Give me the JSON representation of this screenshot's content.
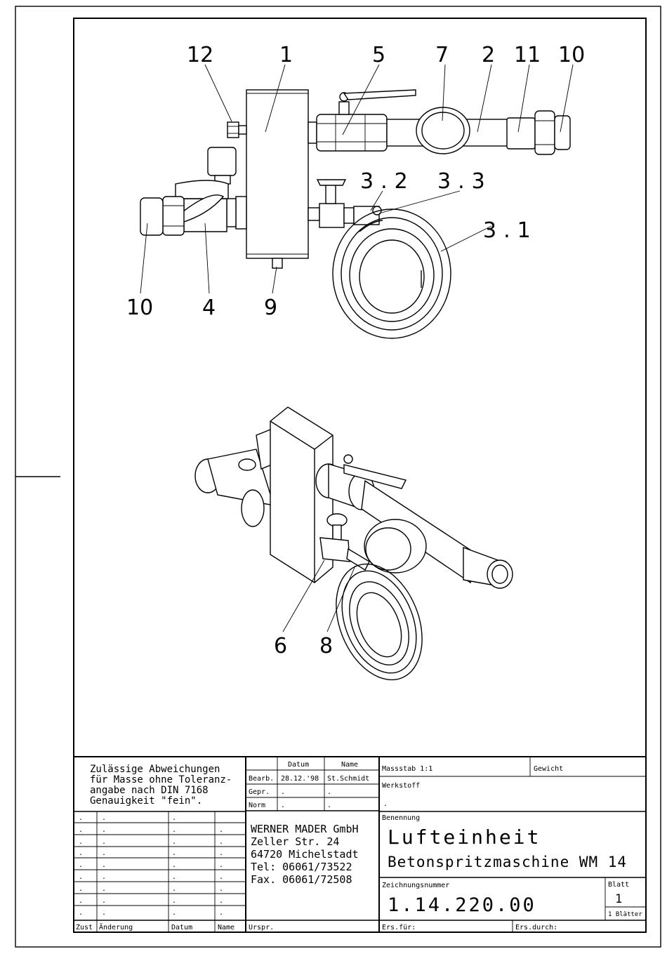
{
  "callouts": {
    "c12": "12",
    "c1": "1",
    "c5": "5",
    "c7": "7",
    "c2": "2",
    "c11": "11",
    "c10a": "10",
    "c3_2": "3.2",
    "c3_3": "3.3",
    "c3_1": "3.1",
    "c10b": "10",
    "c4": "4",
    "c9": "9",
    "c6": "6",
    "c8": "8"
  },
  "tolerance_note": {
    "line1": "Zulässige Abweichungen",
    "line2": "für Masse ohne Toleranz-",
    "line3": "angabe nach DIN 7168",
    "line4": "Genauigkeit \"fein\"."
  },
  "approval": {
    "col_datum": "Datum",
    "col_name": "Name",
    "row_bearb": "Bearb.",
    "bearb_datum": "28.12.'98",
    "bearb_name": "St.Schmidt",
    "row_gepr": "Gepr.",
    "gepr_datum": ".",
    "gepr_name": ".",
    "row_norm": "Norm",
    "norm_datum": ".",
    "norm_name": "."
  },
  "company": {
    "line1": "WERNER MADER GmbH",
    "line2": "Zeller Str. 24",
    "line3": "64720 Michelstadt",
    "line4": "Tel: 06061/73522",
    "line5": "Fax. 06061/72508"
  },
  "title_block": {
    "massstab": "Massstab 1:1",
    "gewicht": "Gewicht",
    "werkstoff": "Werkstoff",
    "werkstoff_value": ".",
    "benennung": "Benennung",
    "title_line1": "Lufteinheit",
    "title_line2": "Betonspritzmaschine WM 14",
    "zeichnungsnummer": "Zeichnungsnummer",
    "drawing_number": "1.14.220.00",
    "blatt": "Blatt",
    "blatt_value": "1",
    "blaetter": "1  Blätter",
    "urspr": "Urspr.",
    "ers_fuer": "Ers.für:",
    "ers_durch": "Ers.durch:"
  },
  "revision": {
    "dot": ".",
    "col_zust": "Zust",
    "col_aenderung": "Änderung",
    "col_datum": "Datum",
    "col_name": "Name"
  }
}
